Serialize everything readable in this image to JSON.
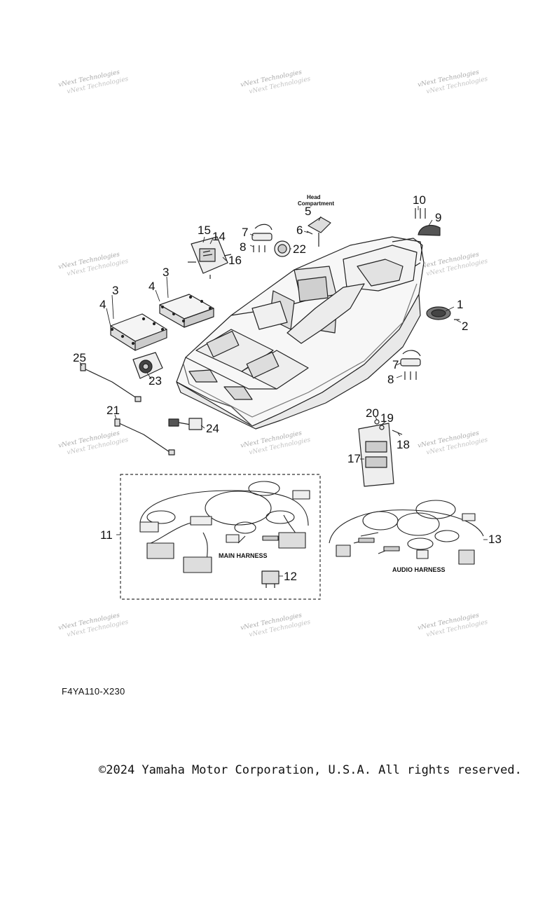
{
  "watermark": "vNext Technologies",
  "labels": {
    "head_compartment_line1": "Head",
    "head_compartment_line2": "Compartment",
    "main_harness": "MAIN HARNESS",
    "audio_harness": "AUDIO HARNESS"
  },
  "callouts": [
    "1",
    "2",
    "3",
    "3",
    "4",
    "4",
    "5",
    "6",
    "7",
    "7",
    "8",
    "8",
    "9",
    "10",
    "11",
    "12",
    "13",
    "14",
    "15",
    "16",
    "17",
    "18",
    "19",
    "20",
    "21",
    "22",
    "23",
    "24",
    "25"
  ],
  "figure_code": "F4YA110-X230",
  "copyright": "©2024 Yamaha Motor Corporation, U.S.A. All rights reserved."
}
